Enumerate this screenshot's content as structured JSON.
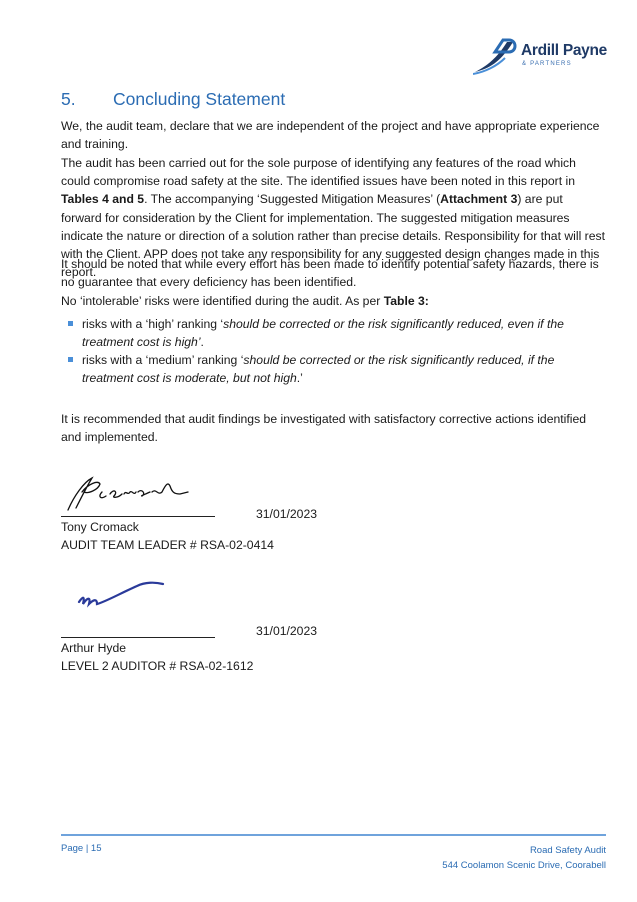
{
  "header": {
    "logo_name": "Ardill Payne",
    "logo_sub": "& PARTNERS"
  },
  "section": {
    "number": "5.",
    "title": "Concluding Statement"
  },
  "body": {
    "p1": "We, the audit team, declare that we are independent of the project and have appropriate experience and training.",
    "p2_a": "The audit has been carried out for the sole purpose of identifying any features of the road which could compromise road safety at the site. The identified issues have been noted in this report in ",
    "p2_bold1": "Tables 4 and 5",
    "p2_b": ". The accompanying ‘Suggested Mitigation Measures’ (",
    "p2_bold2": "Attachment 3",
    "p2_c": ") are put forward for consideration by the Client for implementation. The suggested mitigation measures indicate the nature or direction of a solution rather than precise details. Responsibility for that will rest with the Client. APP does not take any responsibility for any suggested design changes made in this report.",
    "p3": "It should be noted that while every effort has been made to identify potential safety hazards, there is no guarantee that every deficiency has been identified.",
    "p4_a": "No ‘intolerable’ risks were identified during the audit. As per ",
    "p4_bold": "Table 3:",
    "bullets": [
      {
        "plain": "risks with a ‘high’ ranking ‘",
        "italic": "should be corrected or the risk significantly reduced, even if the treatment cost is high’",
        "end": "."
      },
      {
        "plain": "risks with a ‘medium’ ranking ‘",
        "italic": "should be corrected or the risk significantly reduced, if the treatment cost is moderate, but not high",
        "end": ".’"
      }
    ],
    "p5": "It is recommended that audit findings be investigated with satisfactory corrective actions identified and implemented."
  },
  "signatures": [
    {
      "date": "31/01/2023",
      "name": "Tony Cromack",
      "role": "AUDIT TEAM LEADER # RSA-02-0414"
    },
    {
      "date": "31/01/2023",
      "name": "Arthur Hyde",
      "role": "LEVEL 2 AUDITOR # RSA-02-1612"
    }
  ],
  "footer": {
    "page": "Page | 15",
    "doc_title": "Road Safety Audit",
    "address": "544 Coolamon Scenic Drive, Coorabell"
  },
  "colors": {
    "heading": "#2b6cb3",
    "bullet": "#4a8fd8",
    "logo_dark": "#1f3a66"
  }
}
